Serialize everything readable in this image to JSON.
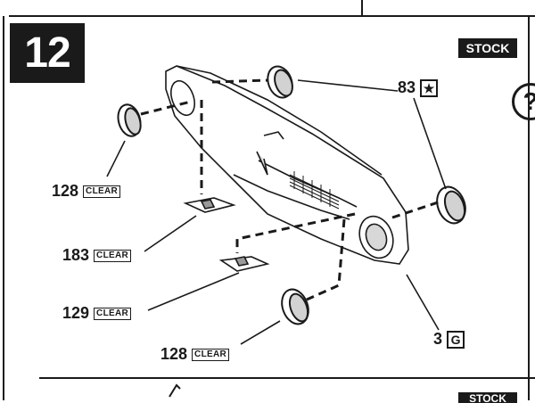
{
  "step": {
    "number": "12"
  },
  "badges": {
    "stock_top": "STOCK",
    "stock_bottom": "STOCK"
  },
  "help": {
    "glyph": "?"
  },
  "callouts": [
    {
      "id": "c83",
      "number": "83",
      "symbol": "★",
      "symbol_name": "star-icon"
    },
    {
      "id": "c128a",
      "number": "128",
      "tag": "CLEAR"
    },
    {
      "id": "c183",
      "number": "183",
      "tag": "CLEAR"
    },
    {
      "id": "c129",
      "number": "129",
      "tag": "CLEAR"
    },
    {
      "id": "c128b",
      "number": "128",
      "tag": "CLEAR"
    },
    {
      "id": "c3",
      "number": "3",
      "symbol": "G"
    }
  ],
  "colors": {
    "ink": "#1a1a1a",
    "paper": "#ffffff",
    "shade": "#bdbdbd"
  }
}
